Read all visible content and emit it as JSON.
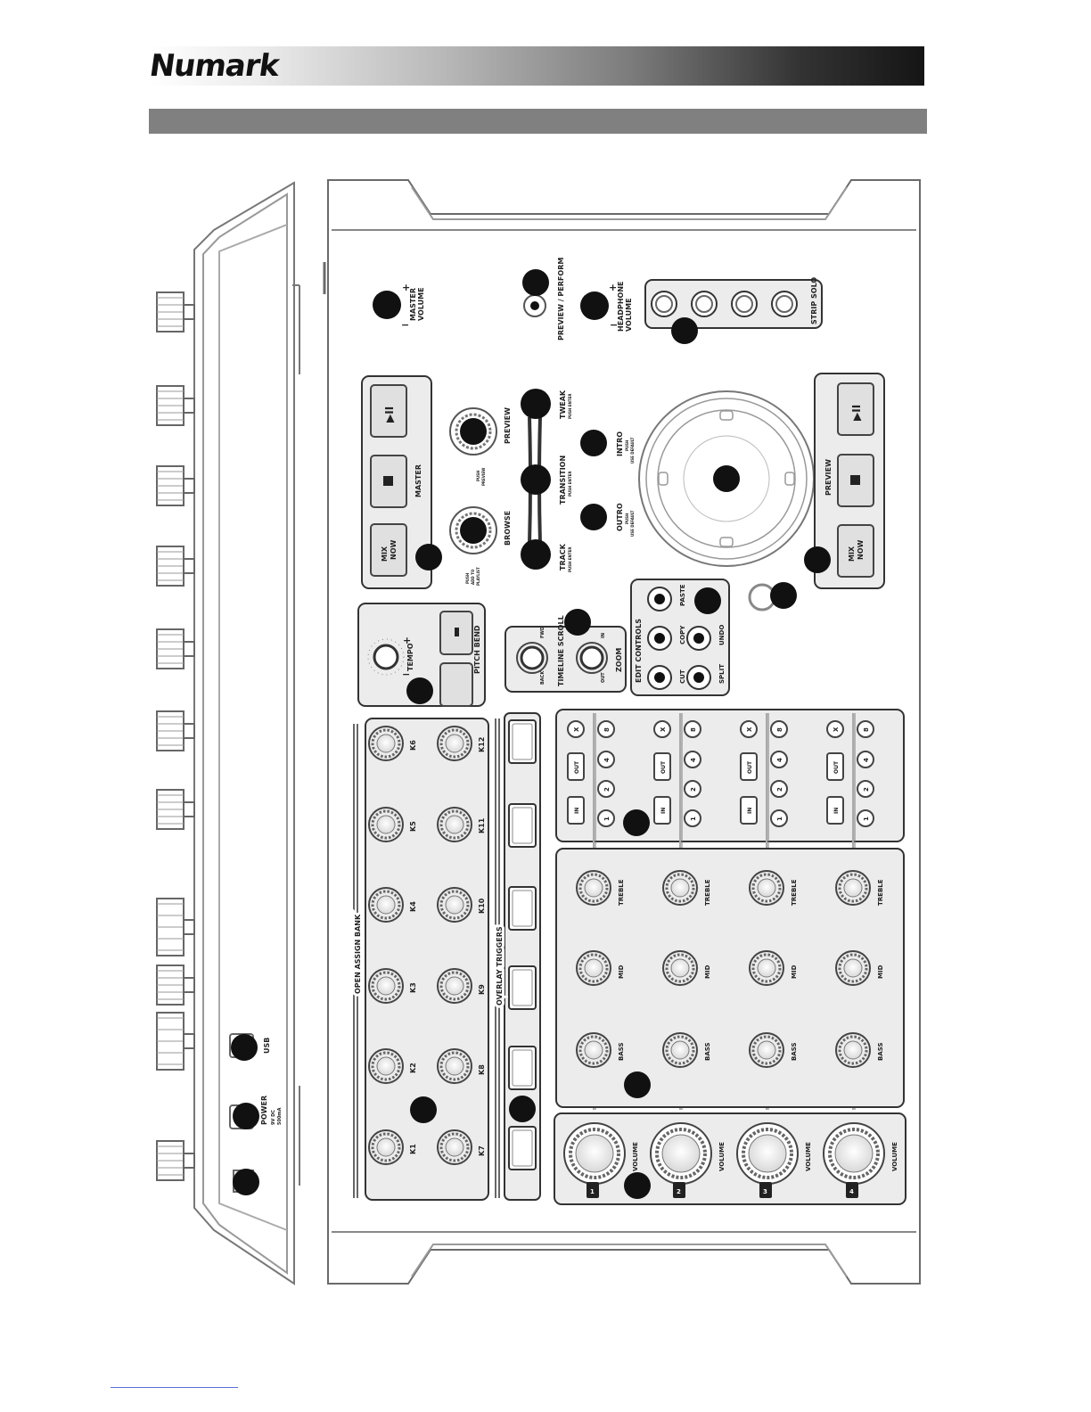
{
  "brand": {
    "logo_text": "Numark"
  },
  "labels": {
    "master_volume": [
      "MASTER",
      "VOLUME"
    ],
    "preview_perform": "PREVIEW / PERFORM",
    "headphone_volume": [
      "HEADPHONE",
      "VOLUME"
    ],
    "strip_solo": "STRIP SOLO",
    "master": "MASTER",
    "preview": "PREVIEW",
    "play_pause": "▶II",
    "mix_now": [
      "MIX",
      "NOW"
    ],
    "browse": "BROWSE",
    "browse_push": [
      "PUSH",
      "ADD TO",
      "PLAYLIST"
    ],
    "preview_push": [
      "PUSH",
      "PREVIEW"
    ],
    "tweak": "TWEAK",
    "transition": "TRANSITION",
    "track": "TRACK",
    "push_enter": "PUSH ENTER",
    "intro": "INTRO",
    "outro": "OUTRO",
    "intro_outro_sub": [
      "PUSH",
      "USE DEFAULT"
    ],
    "tempo": "TEMPO",
    "pitch_bend": "PITCH BEND",
    "timeline_scroll": "TIMELINE SCROLL",
    "zoom": "ZOOM",
    "back": "BACK",
    "fwd": "FWD",
    "in": "IN",
    "out": "OUT",
    "edit_controls": "EDIT CONTROLS",
    "paste": "PASTE",
    "copy": "COPY",
    "undo": "UNDO",
    "cut": "CUT",
    "split": "SPLIT",
    "open_assign_bank": "OPEN ASSIGN BANK",
    "overlay_triggers": "OVERLAY TRIGGERS",
    "knobs_bottom": [
      "K1",
      "K2",
      "K3",
      "K4",
      "K5",
      "K6"
    ],
    "knobs_top": [
      "K7",
      "K8",
      "K9",
      "K10",
      "K11",
      "K12"
    ],
    "loop_labels": [
      "X",
      "8",
      "4",
      "2",
      "1"
    ],
    "in_btn": "IN",
    "out_btn": "OUT",
    "treble": "TREBLE",
    "mid": "MID",
    "bass": "BASS",
    "volume": "VOLUME",
    "channels": [
      "1",
      "2",
      "3",
      "4"
    ],
    "usb": "USB",
    "power": "POWER",
    "power_sub": [
      "9V DC",
      "500mA"
    ],
    "plus": "+",
    "minus": "−"
  },
  "colors": {
    "outline": "#6a6a6a",
    "panel_fill": "#ececec",
    "callout": "#111111"
  }
}
